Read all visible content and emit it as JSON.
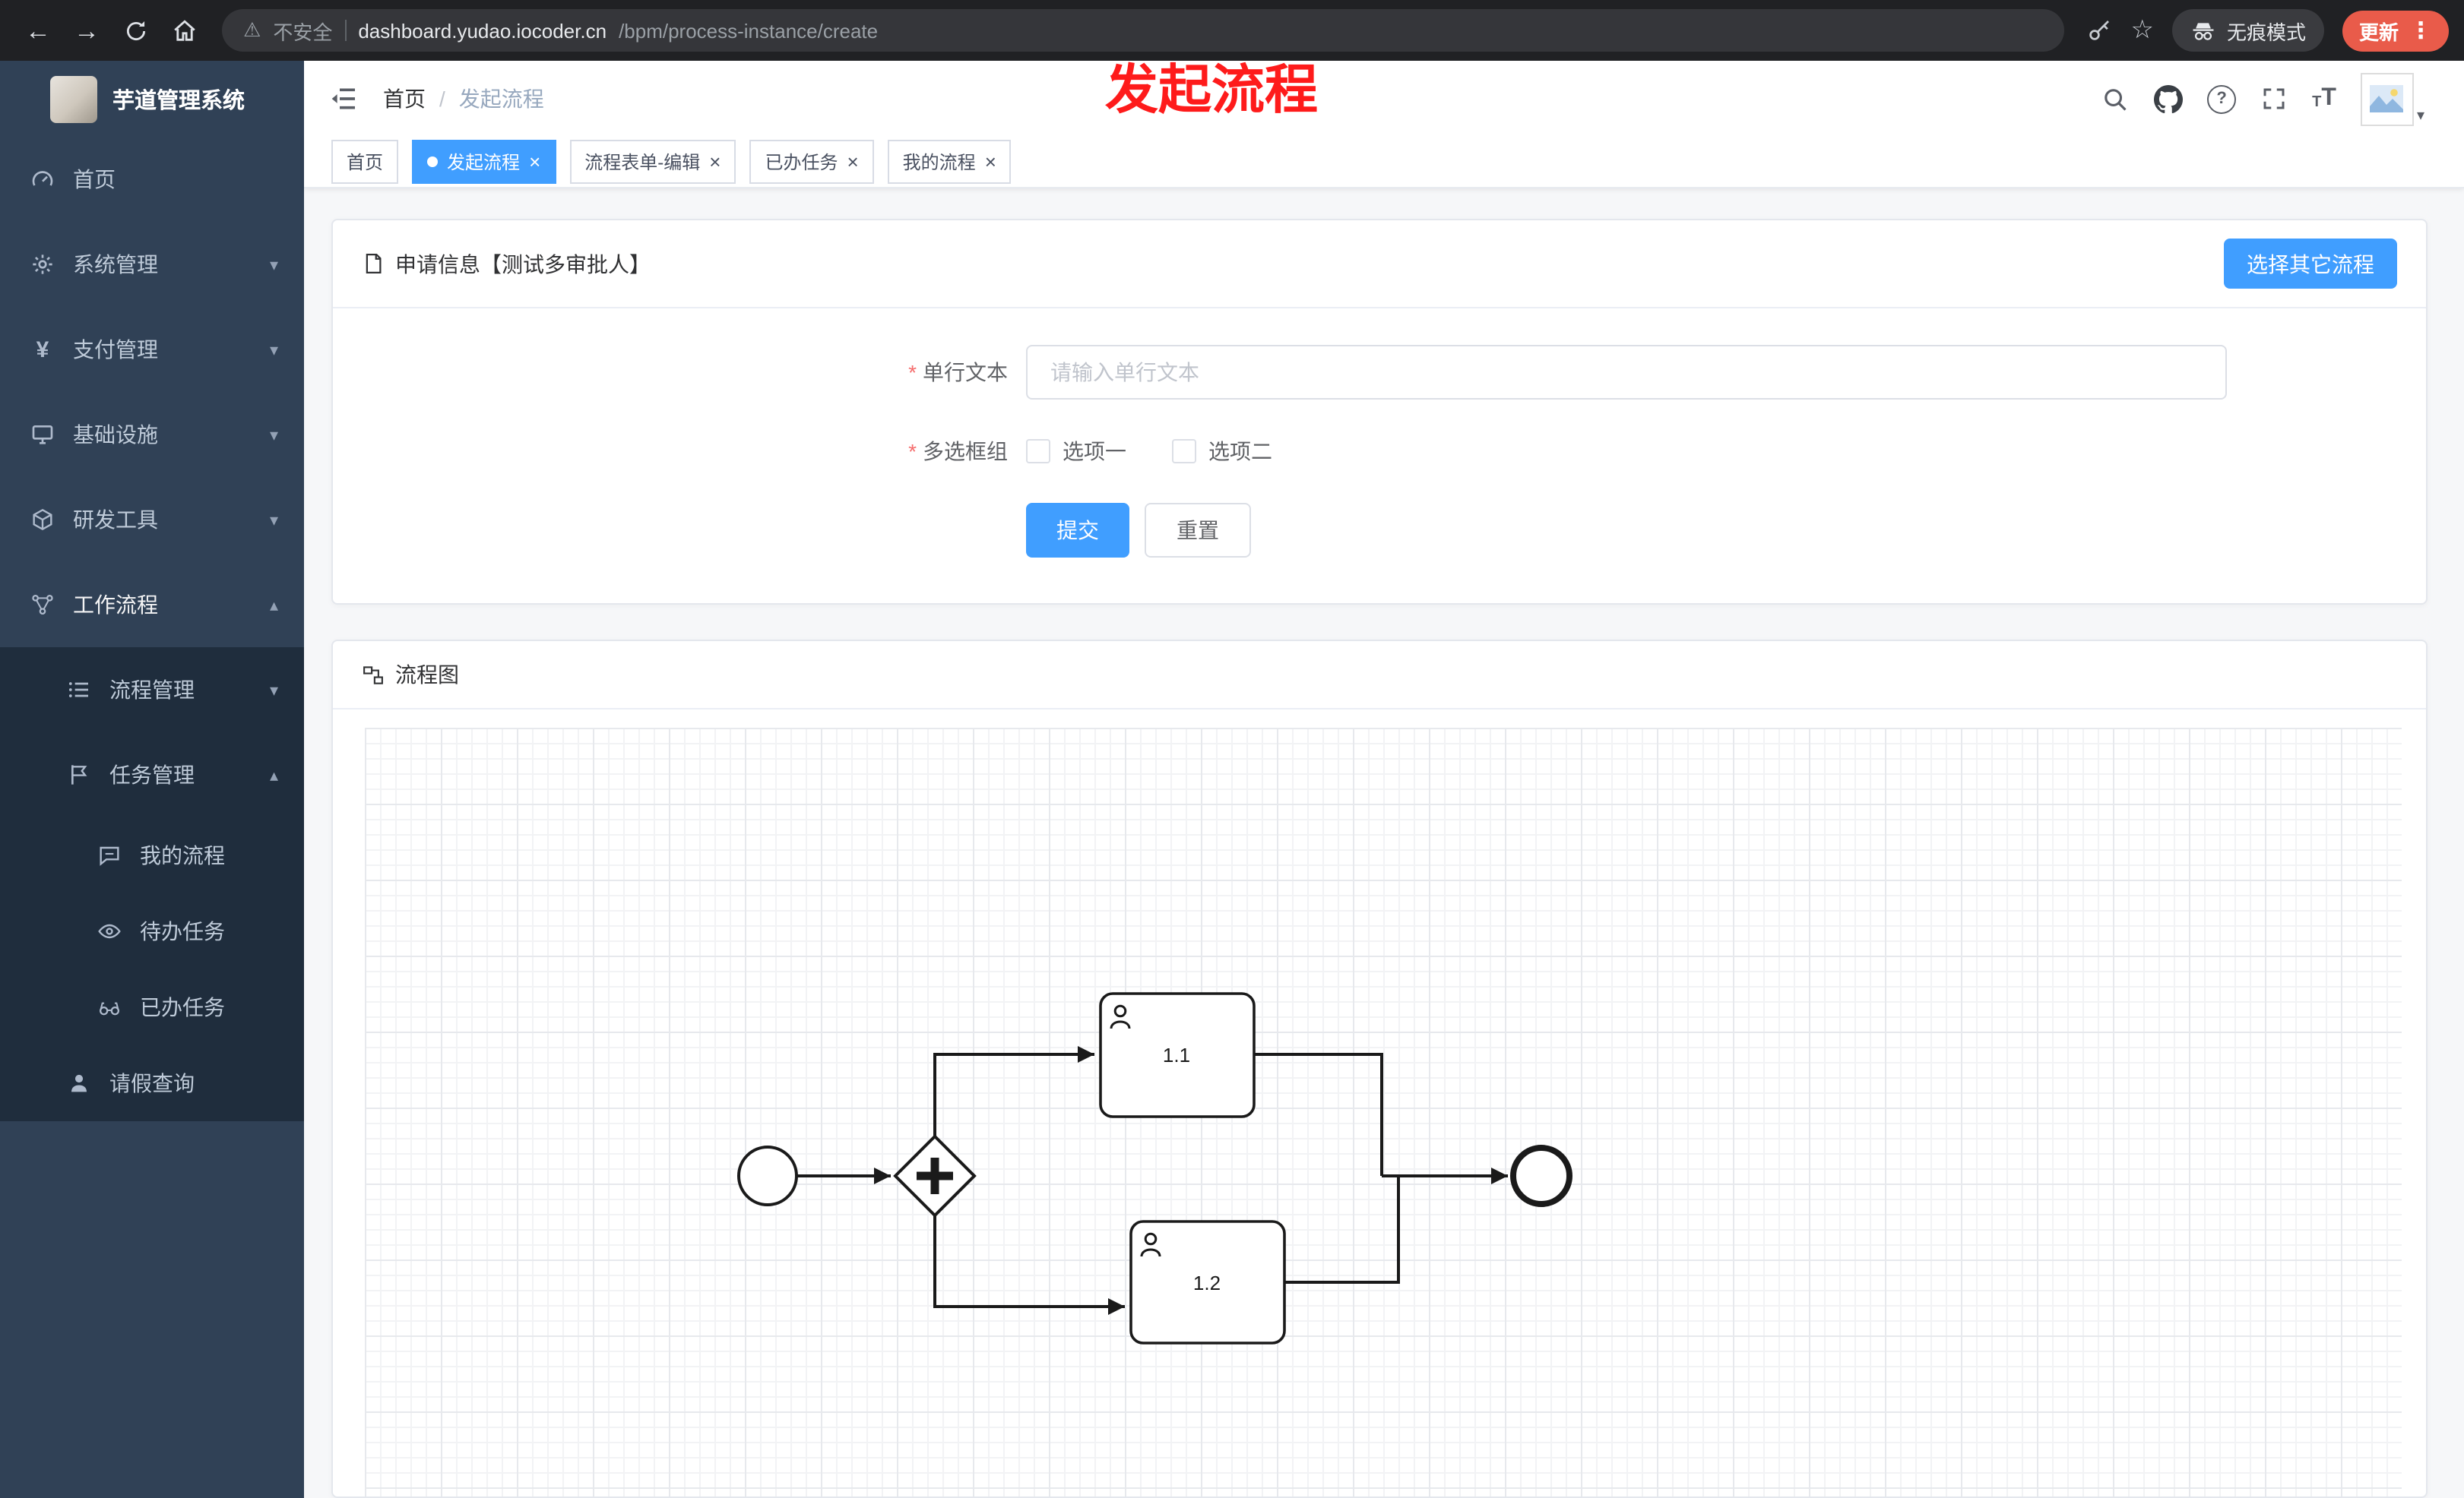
{
  "browser": {
    "security_label": "不安全",
    "url_domain": "dashboard.yudao.iocoder.cn",
    "url_path": "/bpm/process-instance/create",
    "incognito_label": "无痕模式",
    "update_label": "更新"
  },
  "annotation": {
    "title": "发起流程"
  },
  "sidebar": {
    "logo_title": "芋道管理系统",
    "menu": [
      {
        "label": "首页",
        "icon": "dashboard-icon",
        "level": 1
      },
      {
        "label": "系统管理",
        "icon": "gear-icon",
        "level": 1,
        "chevron": "down"
      },
      {
        "label": "支付管理",
        "icon": "yen-icon",
        "level": 1,
        "chevron": "down"
      },
      {
        "label": "基础设施",
        "icon": "monitor-icon",
        "level": 1,
        "chevron": "down"
      },
      {
        "label": "研发工具",
        "icon": "cube-icon",
        "level": 1,
        "chevron": "down"
      },
      {
        "label": "工作流程",
        "icon": "workflow-icon",
        "level": 1,
        "chevron": "up",
        "expanded": true
      },
      {
        "label": "流程管理",
        "icon": "list-icon",
        "level": 2,
        "chevron": "down"
      },
      {
        "label": "任务管理",
        "icon": "flag-icon",
        "level": 2,
        "chevron": "up",
        "expanded": true
      },
      {
        "label": "我的流程",
        "icon": "chat-icon",
        "level": 3
      },
      {
        "label": "待办任务",
        "icon": "eye-icon",
        "level": 3
      },
      {
        "label": "已办任务",
        "icon": "glasses-icon",
        "level": 3
      },
      {
        "label": "请假查询",
        "icon": "user-icon",
        "level": 2
      }
    ]
  },
  "header": {
    "breadcrumb": {
      "home": "首页",
      "current": "发起流程"
    }
  },
  "tabs": [
    {
      "label": "首页",
      "active": false,
      "closable": false
    },
    {
      "label": "发起流程",
      "active": true,
      "closable": true
    },
    {
      "label": "流程表单-编辑",
      "active": false,
      "closable": true
    },
    {
      "label": "已办任务",
      "active": false,
      "closable": true
    },
    {
      "label": "我的流程",
      "active": false,
      "closable": true
    }
  ],
  "form_card": {
    "title": "申请信息【测试多审批人】",
    "choose_other_label": "选择其它流程",
    "single_text": {
      "label": "单行文本",
      "required": true,
      "placeholder": "请输入单行文本",
      "value": ""
    },
    "checkbox_group": {
      "label": "多选框组",
      "required": true,
      "options": [
        {
          "label": "选项一",
          "checked": false
        },
        {
          "label": "选项二",
          "checked": false
        }
      ]
    },
    "submit_label": "提交",
    "reset_label": "重置"
  },
  "diagram_card": {
    "title": "流程图",
    "nodes": [
      {
        "id": "start",
        "type": "start-event"
      },
      {
        "id": "gateway",
        "type": "parallel-gateway"
      },
      {
        "id": "task-1-1",
        "type": "user-task",
        "label": "1.1"
      },
      {
        "id": "task-1-2",
        "type": "user-task",
        "label": "1.2"
      },
      {
        "id": "end",
        "type": "end-event"
      }
    ]
  },
  "glyphs": {
    "close": "×",
    "kebab": "⋮",
    "back": "←",
    "forward": "→",
    "star": "☆",
    "warning": "⚠",
    "question": "?",
    "asterisk": "*",
    "breadcrumb_separator": "/",
    "chevron_down": "▾",
    "chevron_up": "▴",
    "caret_down": "▾",
    "yen": "¥",
    "font_size": "T"
  },
  "colors": {
    "accent": "#409eff",
    "sidebar_bg": "#304156",
    "sidebar_sub_bg": "#1f2d3d",
    "annotation_red": "#fe1b1b",
    "update_chip": "#e95b4a"
  }
}
